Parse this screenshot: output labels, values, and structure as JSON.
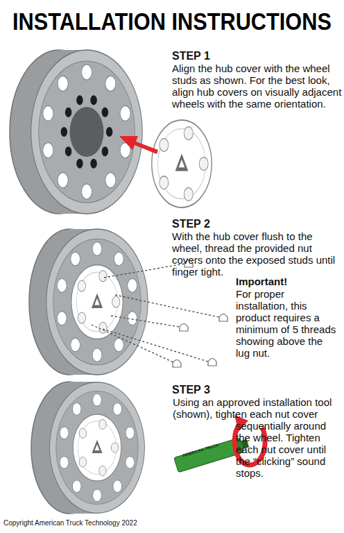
{
  "diagram": {
    "title": "INSTALLATION INSTRUCTIONS",
    "labels": [
      "STEP 1",
      "Align the hub cover with the wheel studs as shown. For the best look, align hub covers on visually adjacent wheels with the same orientation.",
      "STEP 2",
      "With the hub cover flush to the wheel, thread the provided nut covers onto the exposed studs until finger tight.",
      "Important!",
      "For proper installation, this product requires a minimum of 5 threads showing above the lug nut.",
      "STEP 3",
      "Using an approved installation tool (shown), tighten each nut cover sequentially around the wheel. Tighten each nut cover until the “clicking” sound stops.",
      "AMERICAN TRUCK",
      "Copyright American Truck Technology 2022"
    ]
  }
}
